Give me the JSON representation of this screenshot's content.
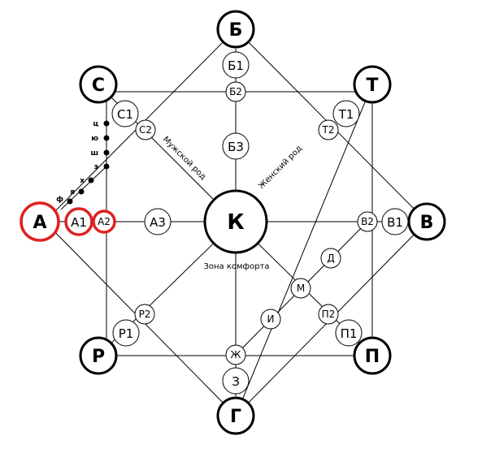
{
  "diagram": {
    "center": "К",
    "comfort_zone_label": "Зона комфорта",
    "male_label": "Мужской род",
    "female_label": "Женский род",
    "big_nodes": {
      "a": "А",
      "b": "Б",
      "c": "С",
      "t": "Т",
      "v": "В",
      "p": "П",
      "g": "Г",
      "r": "Р"
    },
    "nodes": {
      "a1": "А1",
      "a2": "А2",
      "a3": "А3",
      "b1": "Б1",
      "b2": "Б2",
      "b3": "Б3",
      "c1": "С1",
      "c2": "С2",
      "t1": "Т1",
      "t2": "Т2",
      "v1": "В1",
      "v2": "В2",
      "p1": "П1",
      "p2": "П2",
      "r1": "Р1",
      "r2": "Р2",
      "zh": "Ж",
      "z": "З",
      "i": "И",
      "m": "М",
      "d": "Д"
    },
    "chain_letters": {
      "ts": "ц",
      "yu": "ю",
      "sh": "ш",
      "e": "э",
      "kh": "х",
      "ya": "я",
      "f": "ф"
    },
    "highlight_color": "#e02020",
    "line_color": "#000000"
  }
}
